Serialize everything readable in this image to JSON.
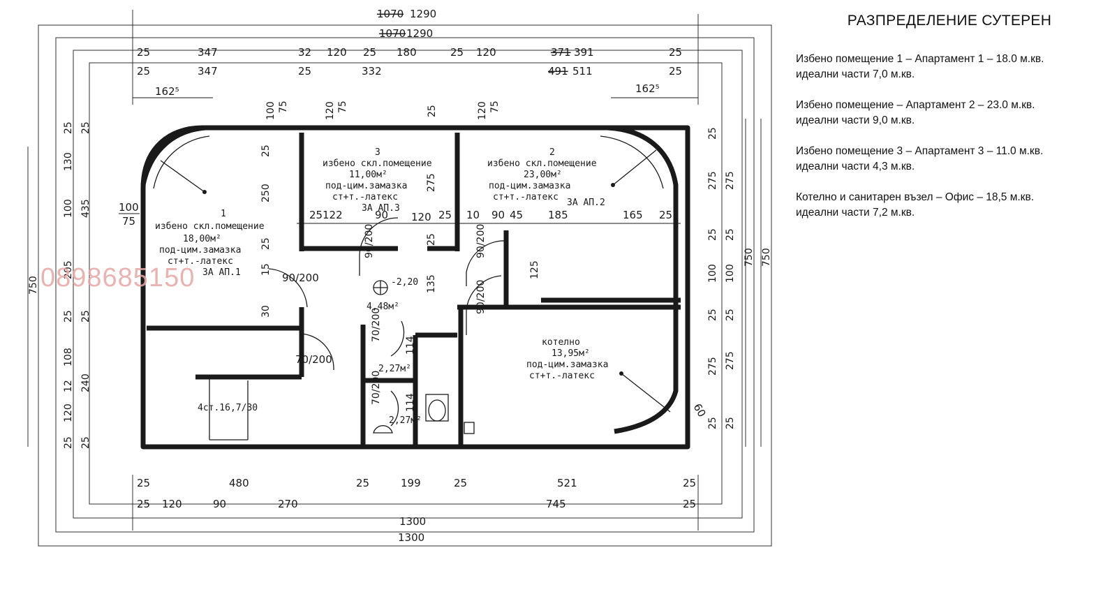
{
  "sheet": {
    "title": "РАЗПРЕДЕЛЕНИЕ СУТЕРЕН",
    "entries": [
      {
        "line1": "Избено помещение 1 – Апартамент 1 – 18.0 м.кв.",
        "line2": "идеални части 7,0 м.кв."
      },
      {
        "line1": "Избено помещение  – Апартамент  2 – 23.0 м.кв.",
        "line2": "идеални части 9,0 м.кв."
      },
      {
        "line1": "Избено помещение 3 – Апартамент 3 – 11.0 м.кв.",
        "line2": "идеални части 4,3 м.кв."
      },
      {
        "line1": "Котелно и санитарен възел – Офис – 18,5 м.кв.",
        "line2": "идеални части 7,2 м.кв."
      }
    ]
  },
  "watermark": "0898685150",
  "plan": {
    "overall_top_struck": "1070",
    "overall_top": "1290",
    "overall_bottom": "1300",
    "overall_height": "750",
    "top_row1": [
      "25",
      "347",
      "32",
      "120",
      "25",
      "180",
      "25",
      "120",
      "25"
    ],
    "top_row1_struck": "371",
    "top_row1_right": "391",
    "top_row2": [
      "25",
      "347",
      "25",
      "332",
      "25"
    ],
    "top_row2_struck": "491",
    "top_row2_right": "511",
    "offset_left": "162⁵",
    "offset_right": "162⁵",
    "bottom_row1": [
      "25",
      "480",
      "25",
      "199",
      "25",
      "521",
      "25"
    ],
    "bottom_row2": [
      "25",
      "120",
      "90",
      "270",
      "745",
      "25"
    ],
    "left_dims": [
      "25",
      "25",
      "130",
      "100",
      "435",
      "205",
      "25",
      "25",
      "108",
      "240",
      "12",
      "120",
      "25",
      "25"
    ],
    "right_dims": [
      "25",
      "275",
      "275",
      "25",
      "25",
      "100",
      "100",
      "750",
      "25",
      "25",
      "275",
      "275",
      "25",
      "25"
    ],
    "rooms": [
      {
        "num": "1",
        "name": "избено скл.помещение",
        "area": "18,00м²",
        "floor": "под-цим.замазка",
        "walls": "ст+т.-латекс",
        "owner": "ЗА АП.1"
      },
      {
        "num": "3",
        "name": "избено скл.помещение",
        "area": "11,00м²",
        "floor": "под-цим.замазка",
        "walls": "ст+т.-латекс",
        "owner": "ЗА АП.3"
      },
      {
        "num": "2",
        "name": "избено скл.помещение",
        "area": "23,00м²",
        "floor": "под-цим.замазка",
        "walls": "ст+т.-латекс",
        "owner": "ЗА АП.2"
      },
      {
        "num": "",
        "name": "котелно",
        "area": "13,95м²",
        "floor": "под-цим.замазка",
        "walls": "ст+т.-латекс",
        "owner": ""
      }
    ],
    "corridor_level": "-2,20",
    "corridor_area": "4,48м²",
    "wc1_area": "2,27м²",
    "wc2_area": "2,27м²",
    "stair_label": "4ст.16,7/30",
    "inner_dims": [
      "100",
      "75",
      "25",
      "250",
      "25",
      "90",
      "15",
      "30",
      "120",
      "75",
      "275",
      "25",
      "122",
      "90",
      "120",
      "25",
      "10",
      "90",
      "45",
      "185",
      "165",
      "25",
      "135",
      "125",
      "70",
      "114",
      "114",
      "60",
      "100",
      "75"
    ],
    "door_labels": [
      "90/200",
      "90/200",
      "90/200",
      "90/200",
      "70/200",
      "70/200",
      "70/200"
    ]
  }
}
